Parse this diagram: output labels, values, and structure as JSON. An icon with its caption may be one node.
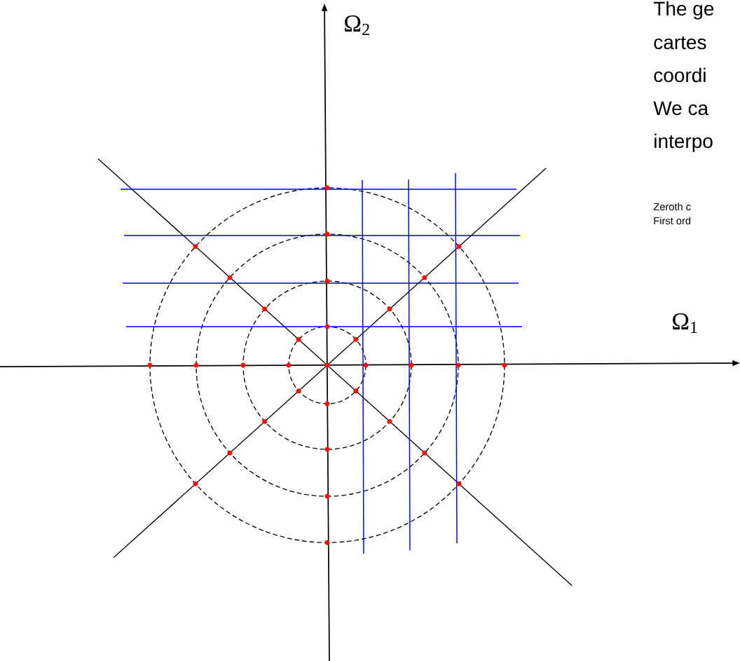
{
  "diagram": {
    "labels": [
      "Ω$_{2}$",
      "The ge",
      "cartes",
      "coordi",
      "We ca",
      "interpo",
      "Zeroth c",
      "First ord",
      "Ω$_{1}$"
    ]
  }
}
